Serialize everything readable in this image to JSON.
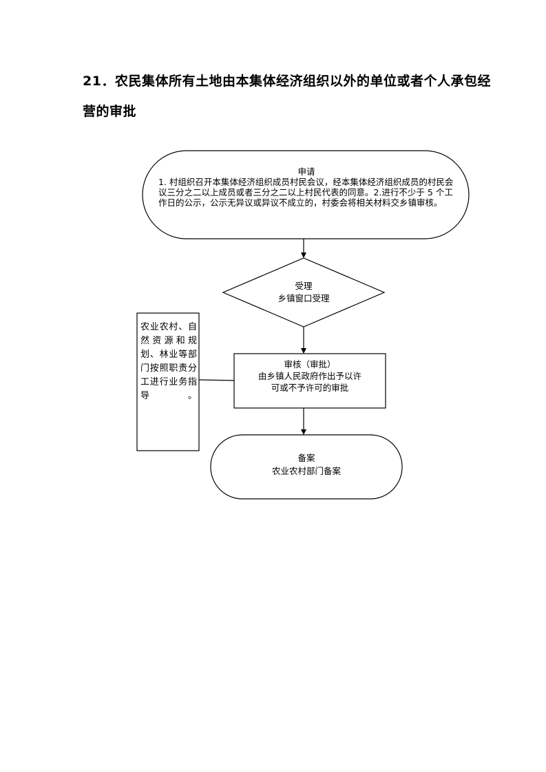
{
  "title": "21．农民集体所有土地由本集体经济组织以外的单位或者个人承包经营的审批",
  "flow": {
    "apply": {
      "heading": "申请",
      "body": "1. 村组织召开本集体经济组织成员村民会议，经本集体经济组织成员的村民会议三分之二以上成员或者三分之二以上村民代表的同意。2.进行不少于 5 个工作日的公示，公示无异议或异议不成立的，村委会将相关材料交乡镇审核。"
    },
    "accept": {
      "heading": "受理",
      "body": "乡镇窗口受理"
    },
    "review": {
      "heading": "审核（审批）",
      "body": "由乡镇人民政府作出予以许可或不予许可的审批"
    },
    "record": {
      "heading": "备案",
      "body": "农业农村部门备案"
    },
    "guidance": "农业农村、自然资源和规划、林业等部门按照职责分工进行业务指导。"
  },
  "colors": {
    "stroke": "#000000",
    "background": "#ffffff"
  }
}
